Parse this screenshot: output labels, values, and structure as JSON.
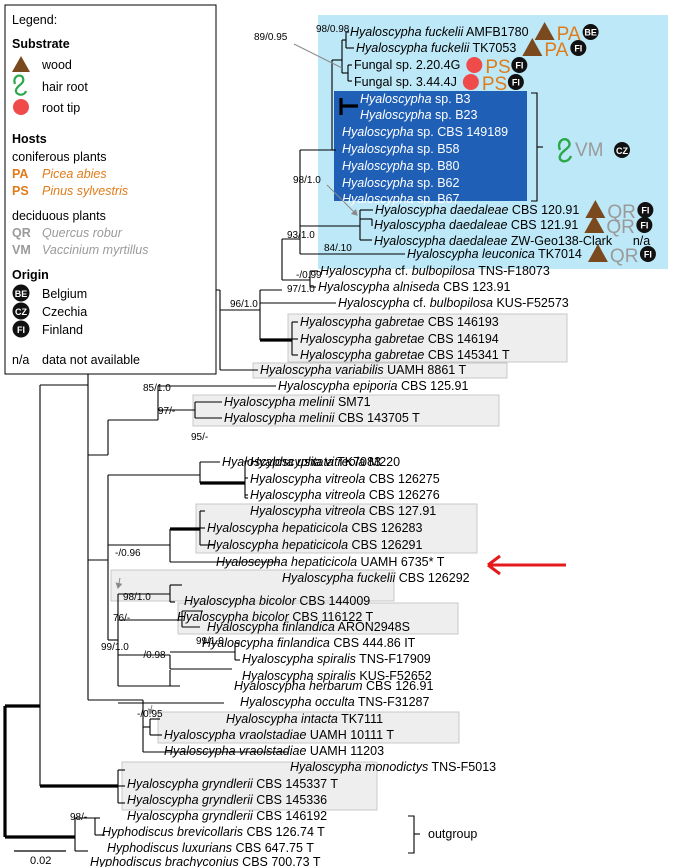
{
  "legend": {
    "title": "Legend:",
    "substrate_heading": "Substrate",
    "substrate_items": [
      {
        "label": "wood",
        "icon": "brown-triangle-icon",
        "color": "#7a4a1e"
      },
      {
        "label": "hair root",
        "icon": "green-coil-icon",
        "color": "#2aa84a"
      },
      {
        "label": "root tip",
        "icon": "red-circle-icon",
        "color": "#ef4b4b"
      }
    ],
    "hosts_heading": "Hosts",
    "coniferous_label": "coniferous plants",
    "coniferous": [
      {
        "code": "PA",
        "name": "Picea abies"
      },
      {
        "code": "PS",
        "name": "Pinus sylvestris"
      }
    ],
    "deciduous_label": "deciduous plants",
    "deciduous": [
      {
        "code": "QR",
        "name": "Quercus robur"
      },
      {
        "code": "VM",
        "name": "Vaccinium myrtillus"
      }
    ],
    "origin_heading": "Origin",
    "origins": [
      {
        "code": "BE",
        "name": "Belgium"
      },
      {
        "code": "CZ",
        "name": "Czechia"
      },
      {
        "code": "FI",
        "name": "Finland"
      }
    ],
    "na_code": "n/a",
    "na_label": "data not available"
  },
  "colors": {
    "light_blue_panel": "#bde8f7",
    "dark_blue_panel": "#1f5fb5",
    "conifer_orange": "#e07b1a",
    "deciduous_gray": "#9a9a9a",
    "wood_brown": "#7a4a1e",
    "root_tip_red": "#ef4b4b",
    "hair_root_green": "#2aa84a",
    "arrow_red": "#e41a1c",
    "gray_box": "#eeeeee"
  },
  "taxa": [
    {
      "genus": "Hyaloscypha",
      "species": "fuckelii",
      "code": "AMFB1780",
      "tags": [
        "wood",
        "PA",
        "BE"
      ]
    },
    {
      "genus": "Hyaloscypha",
      "species": "fuckelii",
      "code": "TK7053",
      "tags": [
        "wood",
        "PA",
        "FI"
      ]
    },
    {
      "genus": "Fungal",
      "species": "",
      "code": "sp. 2.20.4G",
      "tags": [
        "root-tip",
        "PS",
        "FI"
      ]
    },
    {
      "genus": "Fungal",
      "species": "",
      "code": "sp. 3.44.4J",
      "tags": [
        "root-tip",
        "PS",
        "FI"
      ]
    },
    {
      "genus": "Hyaloscypha",
      "species": "sp.",
      "code": "B3",
      "tags": []
    },
    {
      "genus": "Hyaloscypha",
      "species": "sp.",
      "code": "B23",
      "tags": []
    },
    {
      "genus": "Hyaloscypha",
      "species": "sp.",
      "code": "CBS 149189",
      "tags": []
    },
    {
      "genus": "Hyaloscypha",
      "species": "sp.",
      "code": "B58",
      "tags": []
    },
    {
      "genus": "Hyaloscypha",
      "species": "sp.",
      "code": "B80",
      "tags": []
    },
    {
      "genus": "Hyaloscypha",
      "species": "sp.",
      "code": "B62",
      "tags": []
    },
    {
      "genus": "Hyaloscypha",
      "species": "sp.",
      "code": "B67",
      "tags": []
    },
    {
      "genus": "Hyaloscypha",
      "species": "daedaleae",
      "code": "CBS 120.91",
      "tags": [
        "wood",
        "QR",
        "FI"
      ]
    },
    {
      "genus": "Hyaloscypha",
      "species": "daedaleae",
      "code": "CBS 121.91",
      "tags": [
        "wood",
        "QR",
        "FI"
      ]
    },
    {
      "genus": "Hyaloscypha",
      "species": "daedaleae",
      "code": "ZW-Geo138-Clark",
      "tags": [
        "n/a"
      ]
    },
    {
      "genus": "Hyaloscypha",
      "species": "leuconica",
      "code": "TK7014",
      "tags": [
        "wood",
        "QR",
        "FI"
      ]
    },
    {
      "genus": "Hyaloscypha",
      "species": "cf. bulbopilosa",
      "code": "TNS-F18073",
      "tags": []
    },
    {
      "genus": "Hyaloscypha",
      "species": "alniseda",
      "code": "CBS 123.91",
      "tags": []
    },
    {
      "genus": "Hyaloscypha",
      "species": "cf. bulbopilosa",
      "code": "KUS-F52573",
      "tags": []
    },
    {
      "genus": "Hyaloscypha",
      "species": "gabretae",
      "code": "CBS 146193",
      "tags": []
    },
    {
      "genus": "Hyaloscypha",
      "species": "gabretae",
      "code": "CBS 146194",
      "tags": []
    },
    {
      "genus": "Hyaloscypha",
      "species": "gabretae",
      "code": "CBS 145341 T",
      "tags": []
    },
    {
      "genus": "Hyaloscypha",
      "species": "variabilis",
      "code": "UAMH 8861 T",
      "tags": []
    },
    {
      "genus": "Hyaloscypha",
      "species": "epiporia",
      "code": "CBS 125.91",
      "tags": []
    },
    {
      "genus": "Hyaloscypha",
      "species": "melinii",
      "code": "SM71",
      "tags": []
    },
    {
      "genus": "Hyaloscypha",
      "species": "melinii",
      "code": "CBS 143705 T",
      "tags": []
    },
    {
      "genus": "Hyaloscypha",
      "species": "usitata",
      "code": "TK7083",
      "tags": []
    },
    {
      "genus": "Hyaloscypha",
      "species": "vitreola",
      "code": "M220",
      "tags": []
    },
    {
      "genus": "Hyaloscypha",
      "species": "vitreola",
      "code": "CBS 126275",
      "tags": []
    },
    {
      "genus": "Hyaloscypha",
      "species": "vitreola",
      "code": "CBS 126276",
      "tags": []
    },
    {
      "genus": "Hyaloscypha",
      "species": "vitreola",
      "code": "CBS 127.91",
      "tags": []
    },
    {
      "genus": "Hyaloscypha",
      "species": "hepaticicola",
      "code": "CBS 126283",
      "tags": []
    },
    {
      "genus": "Hyaloscypha",
      "species": "hepaticicola",
      "code": "CBS 126291",
      "tags": []
    },
    {
      "genus": "Hyaloscypha",
      "species": "hepaticicola",
      "code": "UAMH 6735* T",
      "tags": []
    },
    {
      "genus": "Hyaloscypha",
      "species": "fuckelii",
      "code": "CBS 126292",
      "tags": [
        "highlighted"
      ]
    },
    {
      "genus": "Hyaloscypha",
      "species": "bicolor",
      "code": "CBS 144009",
      "tags": []
    },
    {
      "genus": "Hyaloscypha",
      "species": "bicolor",
      "code": "CBS 116122 T",
      "tags": []
    },
    {
      "genus": "Hyaloscypha",
      "species": "finlandica",
      "code": "ARON2948S",
      "tags": []
    },
    {
      "genus": "Hyaloscypha",
      "species": "finlandica",
      "code": "CBS 444.86 IT",
      "tags": []
    },
    {
      "genus": "Hyaloscypha",
      "species": "spiralis",
      "code": "TNS-F17909",
      "tags": []
    },
    {
      "genus": "Hyaloscypha",
      "species": "spiralis",
      "code": "KUS-F52652",
      "tags": []
    },
    {
      "genus": "Hyaloscypha",
      "species": "herbarum",
      "code": "CBS 126.91",
      "tags": []
    },
    {
      "genus": "Hyaloscypha",
      "species": "occulta",
      "code": "TNS-F31287",
      "tags": []
    },
    {
      "genus": "Hyaloscypha",
      "species": "intacta",
      "code": "TK7111",
      "tags": []
    },
    {
      "genus": "Hyaloscypha",
      "species": "vraolstadiae",
      "code": "UAMH 10111 T",
      "tags": []
    },
    {
      "genus": "Hyaloscypha",
      "species": "vraolstadiae",
      "code": "UAMH 11203",
      "tags": []
    },
    {
      "genus": "Hyaloscypha",
      "species": "monodictys",
      "code": "TNS-F5013",
      "tags": []
    },
    {
      "genus": "Hyaloscypha",
      "species": "gryndlerii",
      "code": "CBS 145337 T",
      "tags": []
    },
    {
      "genus": "Hyaloscypha",
      "species": "gryndlerii",
      "code": "CBS 145336",
      "tags": []
    },
    {
      "genus": "Hyaloscypha",
      "species": "gryndlerii",
      "code": "CBS 146192",
      "tags": []
    },
    {
      "genus": "Hyphodiscus",
      "species": "brevicollaris",
      "code": "CBS 126.74 T",
      "tags": []
    },
    {
      "genus": "Hyphodiscus",
      "species": "luxurians",
      "code": "CBS 647.75 T",
      "tags": []
    },
    {
      "genus": "Hyphodiscus",
      "species": "brachyconius",
      "code": "CBS 700.73 T",
      "tags": []
    }
  ],
  "support_values": [
    "89/0.95",
    "98/0.98",
    "98/1.0",
    "93/1.0",
    "84/.10",
    "-/0.99",
    "97/1.0",
    "96/1.0",
    "85/1.0",
    "97/-",
    "95/-",
    "-/0.96",
    "98/1.0",
    "76/-",
    "99/1.0",
    "99/1.0",
    "-/0.98",
    "-/0.95",
    "98/-"
  ],
  "clade_labels": {
    "vm_code": "VM",
    "vm_origin": "CZ",
    "outgroup": "outgroup",
    "na": "n/a"
  },
  "scale_bar": "0.02"
}
